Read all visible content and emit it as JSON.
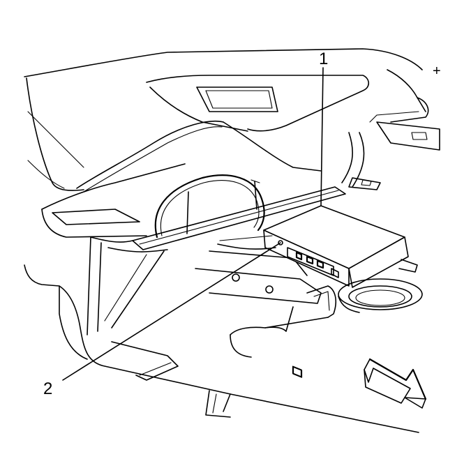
{
  "callouts": [
    {
      "id": "1",
      "label": "1"
    },
    {
      "id": "2",
      "label": "2"
    }
  ],
  "orientation_marker": "+",
  "icons": [
    "front-direction-arrow-icon"
  ],
  "colors": {
    "line": "#000000",
    "background": "#ffffff"
  }
}
